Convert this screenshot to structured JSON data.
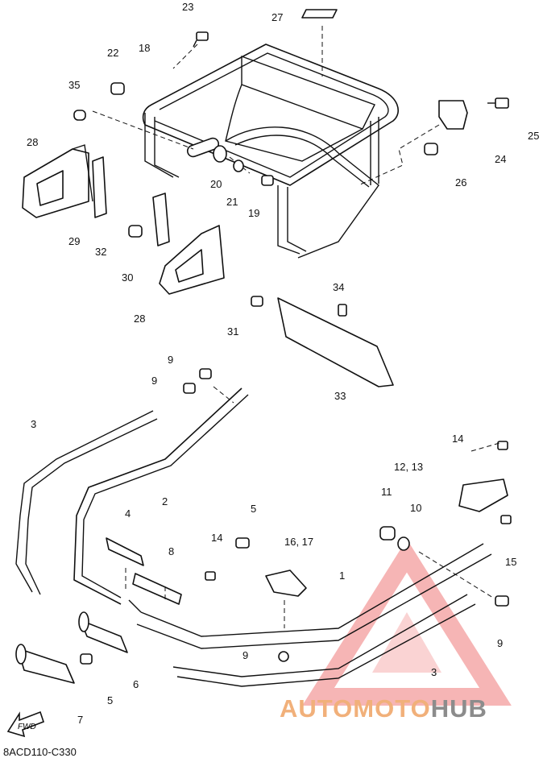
{
  "diagram_code": "8ACD110-C330",
  "direction_label": "FWD",
  "watermark": {
    "part_a": "AUTOMOTO",
    "part_b": "HUB",
    "logo_icon": "warning-triangle-logo"
  },
  "colors": {
    "watermark_red": "#f07a7a",
    "watermark_orange": "#f1b07a",
    "watermark_gray": "#8c8c8c",
    "line": "#111111"
  },
  "callouts": [
    "23",
    "27",
    "22",
    "18",
    "35",
    "25",
    "24",
    "26",
    "28",
    "20",
    "21",
    "19",
    "29",
    "32",
    "30",
    "28",
    "34",
    "31",
    "33",
    "9",
    "9",
    "3",
    "2",
    "14",
    "12, 13",
    "4",
    "5",
    "11",
    "10",
    "16, 17",
    "8",
    "14",
    "1",
    "15",
    "9",
    "9",
    "3",
    "5",
    "6",
    "7"
  ]
}
